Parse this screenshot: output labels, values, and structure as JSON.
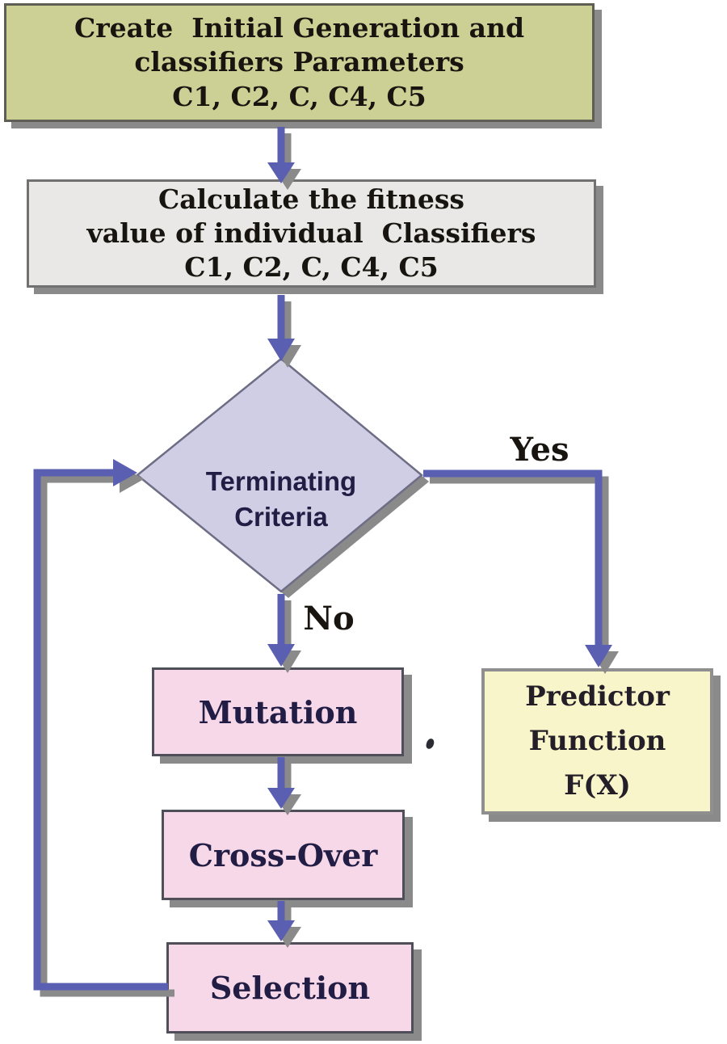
{
  "figure": {
    "type": "flowchart",
    "title": "Genetic algorithm classifier-ensemble flowchart",
    "nodes": {
      "create": {
        "shape": "rectangle",
        "lines": [
          "Create  Initial Generation and",
          "classifiers Parameters",
          "C1, C2, C, C4, C5"
        ]
      },
      "fitness": {
        "shape": "rectangle",
        "lines": [
          "Calculate the fitness",
          "value of individual  Classifiers",
          "C1, C2, C, C4, C5"
        ]
      },
      "decision": {
        "shape": "diamond",
        "lines": [
          "Terminating",
          "Criteria"
        ]
      },
      "predictor": {
        "shape": "rectangle",
        "lines": [
          "Predictor",
          "Function",
          "F(X)"
        ]
      },
      "mutation": {
        "shape": "rectangle",
        "label": "Mutation"
      },
      "crossover": {
        "shape": "rectangle",
        "label": "Cross-Over"
      },
      "selection": {
        "shape": "rectangle",
        "label": "Selection"
      }
    },
    "edges": {
      "yes_label": "Yes",
      "no_label": "No",
      "flow": [
        "create -> fitness",
        "fitness -> decision",
        "decision -Yes-> predictor",
        "decision -No-> mutation",
        "mutation -> crossover",
        "crossover -> selection",
        "selection -> decision (loop back)"
      ]
    }
  },
  "colors": {
    "paper": "#ffffff",
    "khaki-fill": "#cdd094",
    "khaki-border": "#5e5e54",
    "gray-fill": "#e9e8e6",
    "gray-border": "#717171",
    "lavender-fill": "#d0cee5",
    "lavender-border": "#6d6d85",
    "pink-fill": "#f6d8e9",
    "pink-border": "#4f4f5a",
    "yellow-fill": "#f8f5ca",
    "yellow-border": "#8f8f8f",
    "arrow": "#5a5fb2",
    "shadow": "#8a8a8a",
    "ink": "#18140f",
    "navy-ink": "#221d45",
    "predictor-ink": "#241e28"
  }
}
